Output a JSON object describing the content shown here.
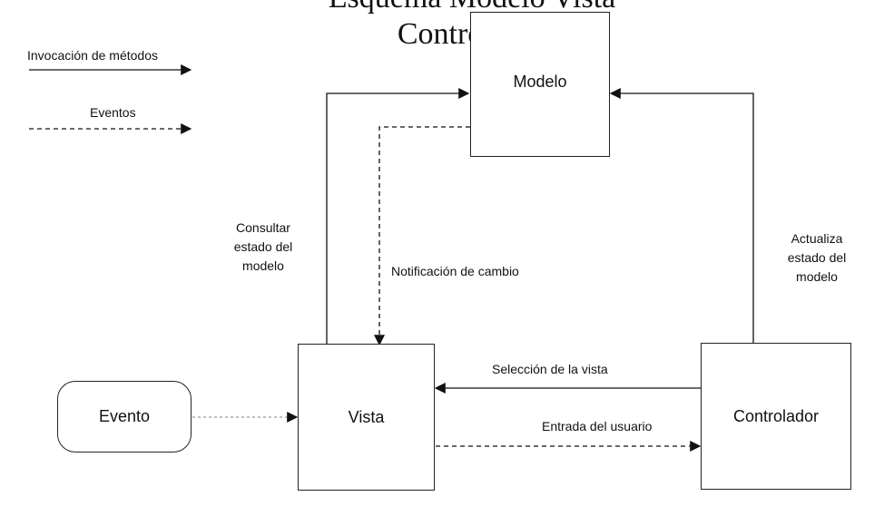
{
  "title_partial": "Esquema Modelo Vista Controlador",
  "legend": {
    "methods_label": "Invocación de métodos",
    "events_label": "Eventos"
  },
  "nodes": {
    "modelo": "Modelo",
    "vista": "Vista",
    "controlador": "Controlador",
    "evento": "Evento"
  },
  "edges": {
    "consultar": [
      "Consultar",
      "estado del",
      "modelo"
    ],
    "notificacion": "Notificación de cambio",
    "actualiza": [
      "Actualiza",
      "estado del",
      "modelo"
    ],
    "seleccion": "Selección de la vista",
    "entrada": "Entrada del usuario"
  }
}
